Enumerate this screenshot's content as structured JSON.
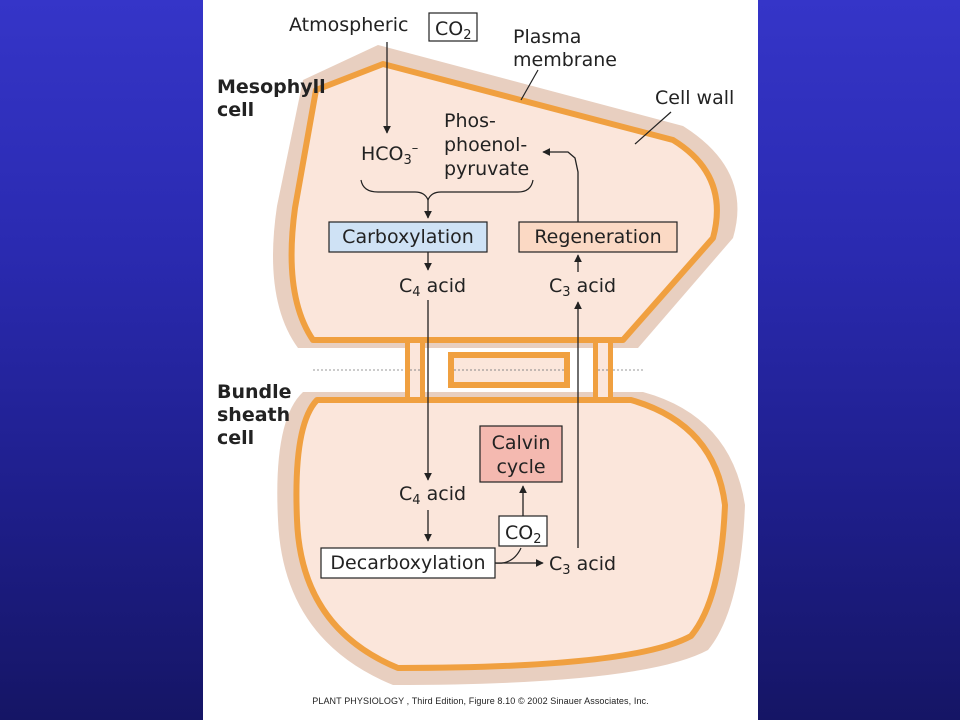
{
  "labels": {
    "atmospheric": "Atmospheric",
    "co2_top": "CO",
    "co2_top_sub": "2",
    "plasma_membrane_1": "Plasma",
    "plasma_membrane_2": "membrane",
    "cell_wall": "Cell wall",
    "mesophyll_1": "Mesophyll",
    "mesophyll_2": "cell",
    "hco3": "HCO",
    "hco3_sub": "3",
    "hco3_sup": "–",
    "pep_1": "Phos-",
    "pep_2": "phoenol-",
    "pep_3": "pyruvate",
    "carboxylation": "Carboxylation",
    "regeneration": "Regeneration",
    "c4_acid_top_c": "C",
    "c4_acid_top_sub": "4",
    "c4_acid_top_rest": " acid",
    "c3_acid_top_c": "C",
    "c3_acid_top_sub": "3",
    "c3_acid_top_rest": " acid",
    "bundle_1": "Bundle",
    "bundle_2": "sheath",
    "bundle_3": "cell",
    "calvin_1": "Calvin",
    "calvin_2": "cycle",
    "c4_acid_bot_c": "C",
    "c4_acid_bot_sub": "4",
    "c4_acid_bot_rest": " acid",
    "co2_bot": "CO",
    "co2_bot_sub": "2",
    "decarboxylation": "Decarboxylation",
    "c3_acid_bot_c": "C",
    "c3_acid_bot_sub": "3",
    "c3_acid_bot_rest": " acid"
  },
  "caption": "PLANT PHYSIOLOGY , Third Edition, Figure 8.10  © 2002 Sinauer Associates, Inc.",
  "colors": {
    "background_top": "#3535c8",
    "cell_wall": "#e8cfc0",
    "membrane": "#f0a040",
    "cytoplasm": "#fbe6db",
    "carboxylation_box": "#cfe2f5",
    "regeneration_box": "#fbd9c4",
    "calvin_box": "#f4b9b0"
  }
}
